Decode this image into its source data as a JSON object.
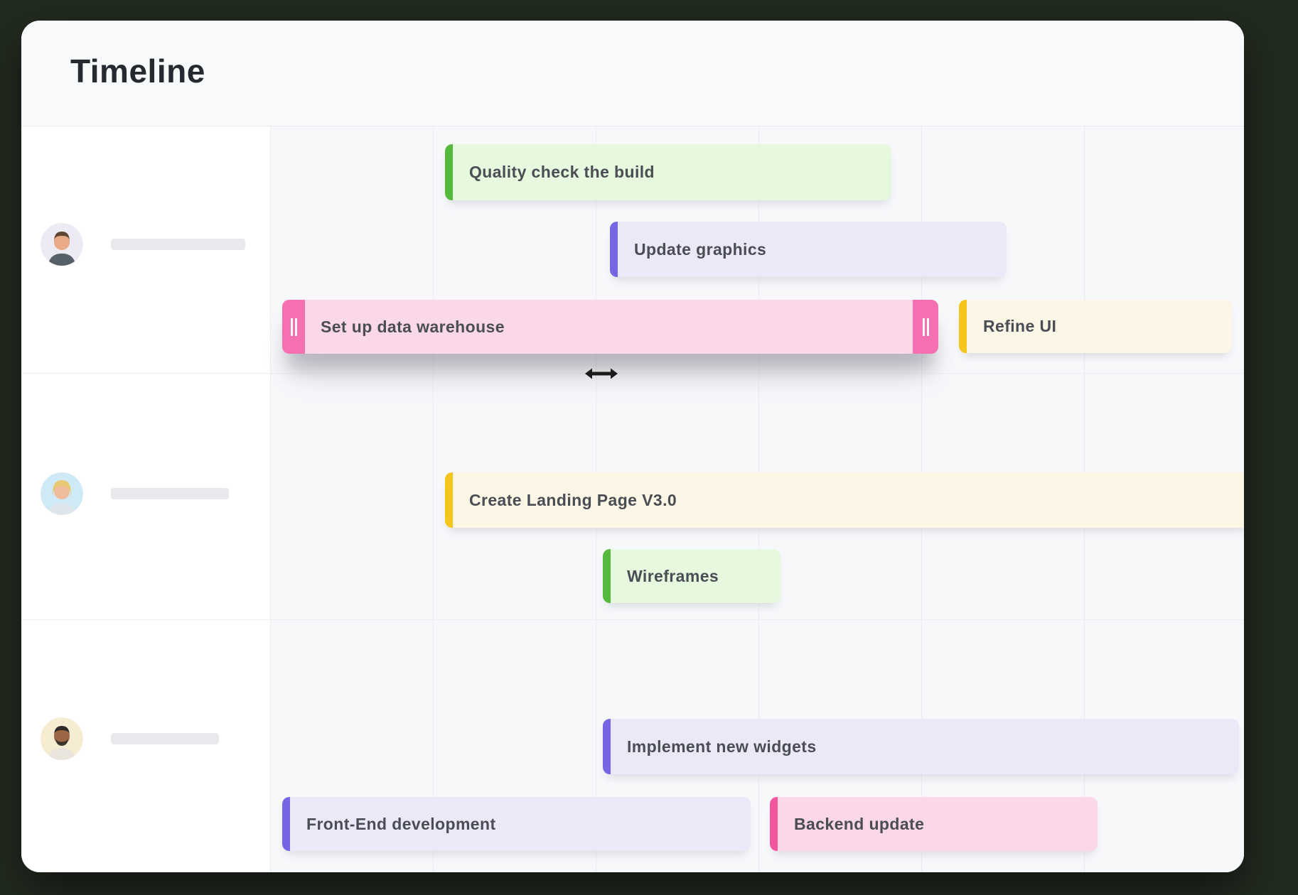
{
  "window": {
    "title": "Timeline"
  },
  "colors": {
    "page_background": "#222b20",
    "card_background": "#ffffff",
    "header_background": "#f8f9fb",
    "title_color": "#26292f",
    "grid_background": "#f7f8fa",
    "grid_line": "#ececf0",
    "row_divider": "#edeef1",
    "name_placeholder": "#e8e9ed",
    "task_label": "#4a4d53",
    "resize_cursor": "#1b1b1b"
  },
  "rows": [
    {
      "member": {
        "avatar": {
          "bg": "#eceaf2",
          "skin": "#eaa987",
          "hair": "#5d4733",
          "shirt": "#566069"
        }
      },
      "task_ids": [
        0,
        1,
        2,
        3
      ]
    },
    {
      "member": {
        "avatar": {
          "bg": "#cfe9f6",
          "skin": "#f0bd9a",
          "hair": "#e8c873",
          "shirt": "#dde6ea"
        }
      },
      "task_ids": [
        4,
        5
      ]
    },
    {
      "member": {
        "avatar": {
          "bg": "#f6ecd2",
          "skin": "#9c6744",
          "hair": "#2d2a28",
          "shirt": "#e9e5dc"
        }
      },
      "task_ids": [
        6,
        7,
        8
      ]
    }
  ],
  "tasks": [
    {
      "label": "Quality check the build",
      "row": 1,
      "bg": "#e6f8de",
      "accent": "#55b93e"
    },
    {
      "label": "Update graphics",
      "row": 1,
      "bg": "#ebe9f8",
      "accent": "#7766e3"
    },
    {
      "label": "Set up data warehouse",
      "row": 1,
      "bg": "#fbd8e7",
      "accent": "#f470b1",
      "dragging": true,
      "resize_handles": true
    },
    {
      "label": "Refine UI",
      "row": 1,
      "bg": "#fcf6e6",
      "accent": "#f6c51c"
    },
    {
      "label": "Create Landing Page V3.0",
      "row": 2,
      "bg": "#fcf6e6",
      "accent": "#f6c51c"
    },
    {
      "label": "Wireframes",
      "row": 2,
      "bg": "#e6f8de",
      "accent": "#55b93e"
    },
    {
      "label": "Implement new widgets",
      "row": 3,
      "bg": "#ebe9f8",
      "accent": "#7766e3"
    },
    {
      "label": "Front-End development",
      "row": 3,
      "bg": "#ebe9f8",
      "accent": "#7766e3"
    },
    {
      "label": "Backend update",
      "row": 3,
      "bg": "#fbd8e7",
      "accent": "#f2569c"
    }
  ],
  "cursor": {
    "type": "horizontal-resize-arrow"
  }
}
